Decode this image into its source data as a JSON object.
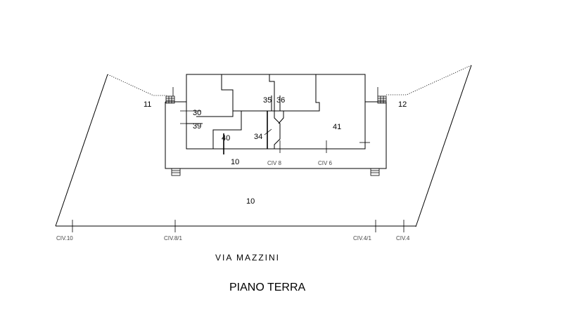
{
  "drawing": {
    "title": "PIANO TERRA",
    "street": "VIA MAZZINI",
    "units": {
      "u11": "11",
      "u12": "12",
      "u30": "30",
      "u39": "39",
      "u40": "40",
      "u35": "35",
      "u36": "36",
      "u34": "34",
      "u41": "41",
      "u10_inner": "10",
      "u10_yard": "10"
    },
    "civici": {
      "civ8": "CIV 8",
      "civ6": "CIV 6",
      "civ10": "CIV.10",
      "civ8_1": "CIV.8/1",
      "civ4_1": "CIV.4/1",
      "civ4": "CIV.4"
    }
  }
}
